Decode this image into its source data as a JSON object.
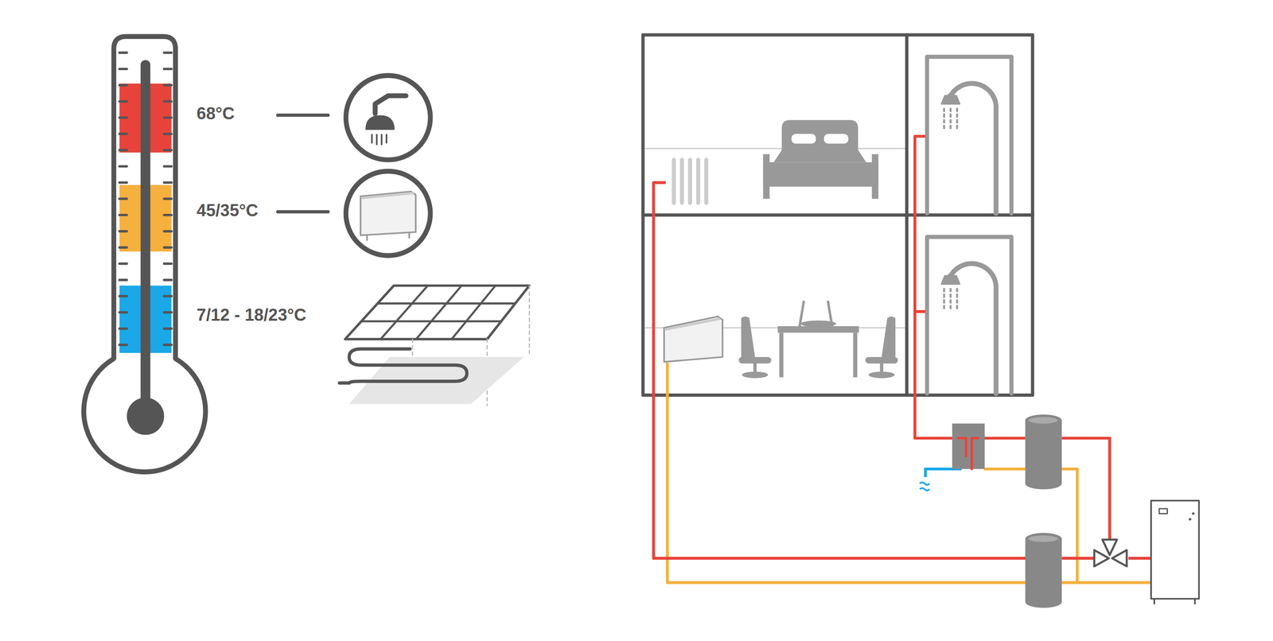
{
  "diagram": {
    "labels": [
      "68°C",
      "45/35°C",
      "7/12 - 18/23°C"
    ]
  }
}
